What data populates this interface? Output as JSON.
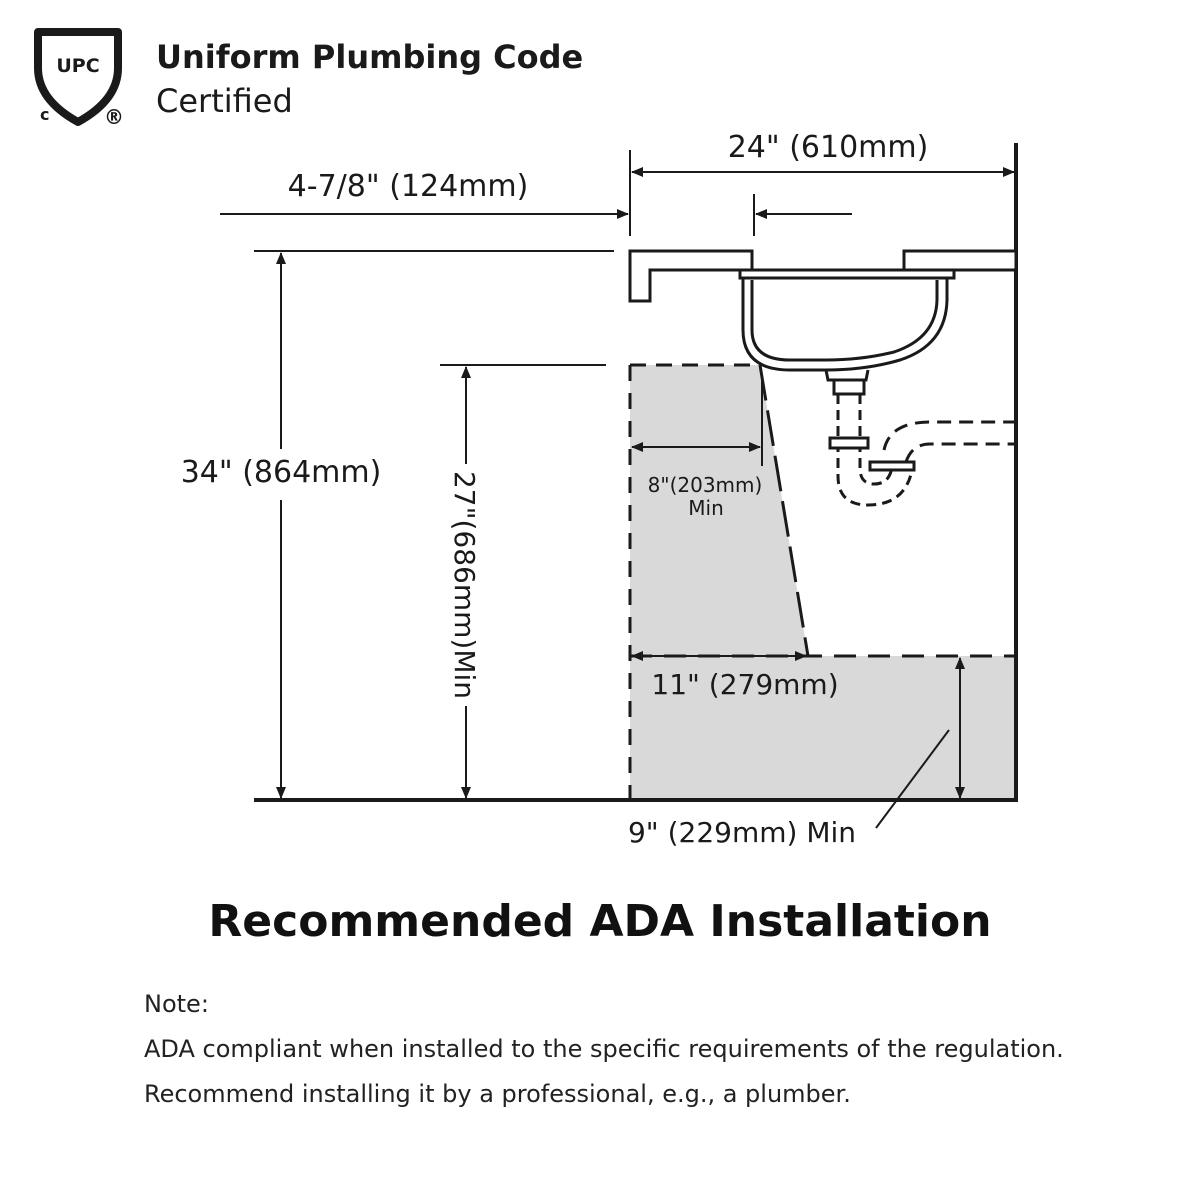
{
  "certification": {
    "logo_text": "UPC",
    "logo_c": "c",
    "logo_r": "®",
    "title": "Uniform Plumbing Code",
    "subtitle": "Certified"
  },
  "diagram": {
    "dim_width": "24\" (610mm)",
    "dim_overhang": "4-7/8\" (124mm)",
    "dim_height": "34\" (864mm)",
    "dim_knee_height": "27\"(686mm)Min",
    "dim_knee_depth_value": "8\"(203mm)",
    "dim_knee_depth_min": "Min",
    "dim_toe_depth": "11\" (279mm)",
    "dim_toe_height": "9\" (229mm) Min",
    "clearance_fill": "#d9d9d9",
    "line_color": "#1a1a1a"
  },
  "caption": "Recommended ADA Installation",
  "note": {
    "heading": "Note:",
    "lines": [
      "ADA compliant when installed to the specific requirements of the regulation.",
      "Recommend installing it by a professional, e.g., a plumber."
    ]
  }
}
